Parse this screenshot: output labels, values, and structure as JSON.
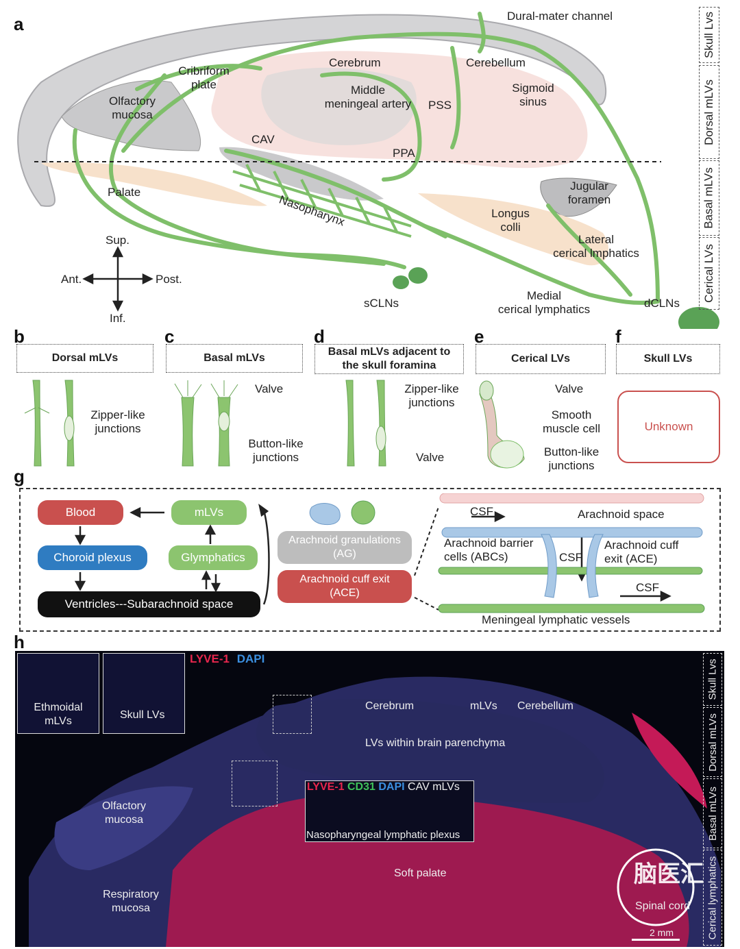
{
  "panels": {
    "a": "a",
    "b": "b",
    "c": "c",
    "d": "d",
    "e": "e",
    "f": "f",
    "g": "g",
    "h": "h"
  },
  "a": {
    "labels": {
      "dural": "Dural-mater channel",
      "cribriform": "Cribriform\nplate",
      "cerebrum": "Cerebrum",
      "cerebellum": "Cerebellum",
      "olfactory": "Olfactory\nmucosa",
      "mma": "Middle\nmeningeal artery",
      "pss": "PSS",
      "sigmoid": "Sigmoid\nsinus",
      "cav": "CAV",
      "ppa": "PPA",
      "palate": "Palate",
      "jugular": "Jugular\nforamen",
      "nasopharynx": "Nasopharynx",
      "longus": "Longus\ncolli",
      "lateral": "Lateral\ncerical  lmphatics",
      "medial": "Medial\ncerical lymphatics",
      "sclns": "sCLNs",
      "dclns": "dCLNs"
    },
    "compass": {
      "sup": "Sup.",
      "inf": "Inf.",
      "ant": "Ant.",
      "post": "Post."
    },
    "side": [
      "Skull Lvs",
      "Dorsal mLVs",
      "Basal mLVs",
      "Cerical LVs"
    ]
  },
  "b": {
    "header": "Dorsal mLVs",
    "label1": "Zipper-like\njunctions"
  },
  "c": {
    "header": "Basal mLVs",
    "label1": "Valve",
    "label2": "Button-like\njunctions"
  },
  "d": {
    "header": "Basal mLVs adjacent to\nthe skull foramina",
    "label1": "Zipper-like\njunctions",
    "label2": "Valve"
  },
  "e": {
    "header": "Cerical LVs",
    "label1": "Valve",
    "label2": "Smooth\nmuscle cell",
    "label3": "Button-like\njunctions"
  },
  "f": {
    "header": "Skull LVs",
    "unknown": "Unknown"
  },
  "g": {
    "blood": "Blood",
    "mlvs": "mLVs",
    "choroid": "Choroid plexus",
    "glymph": "Glymphatics",
    "ventricles": "Ventricles---Subarachnoid space",
    "ag": "Arachnoid granulations\n(AG)",
    "ace": "Arachnoid cuff exit\n(ACE)",
    "csf1": "CSF",
    "csf2": "CSF",
    "csf3": "CSF",
    "arachnoid_space": "Arachnoid space",
    "abc": "Arachnoid barrier\ncells (ABCs)",
    "ace_right": "Arachnoid cuff\nexit (ACE)",
    "mlv_vessels": "Meningeal lymphatic  vessels",
    "colors": {
      "blood": "#c9504e",
      "mlvs": "#8cc46f",
      "choroid": "#2f7cc1",
      "ventricles": "#111111",
      "ag": "#bdbdbd",
      "ace": "#c9504e"
    }
  },
  "h": {
    "legend": {
      "lyve": "LYVE-1",
      "dapi": "DAPI"
    },
    "inset_legend": {
      "lyve": "LYVE-1",
      "cd31": "CD31",
      "dapi": "DAPI",
      "cav": "CAV mLVs"
    },
    "labels": {
      "ethmoidal": "Ethmoidal\nmLVs",
      "skull": "Skull LVs",
      "cerebrum": "Cerebrum",
      "mlvs": "mLVs",
      "cerebellum": "Cerebellum",
      "parenchyma": "LVs within brain parenchyma",
      "olfactory": "Olfactory\nmucosa",
      "naso": "Nasopharyngeal lymphatic plexus",
      "soft_palate": "Soft palate",
      "respiratory": "Respiratory\nmucosa",
      "spinal": "Spinal cord",
      "scale": "2 mm"
    },
    "side": [
      "Skull Lvs",
      "Dorsal mLVs",
      "Basal mLVs",
      "Cerical lymphatics"
    ],
    "watermark": "脑医汇"
  }
}
